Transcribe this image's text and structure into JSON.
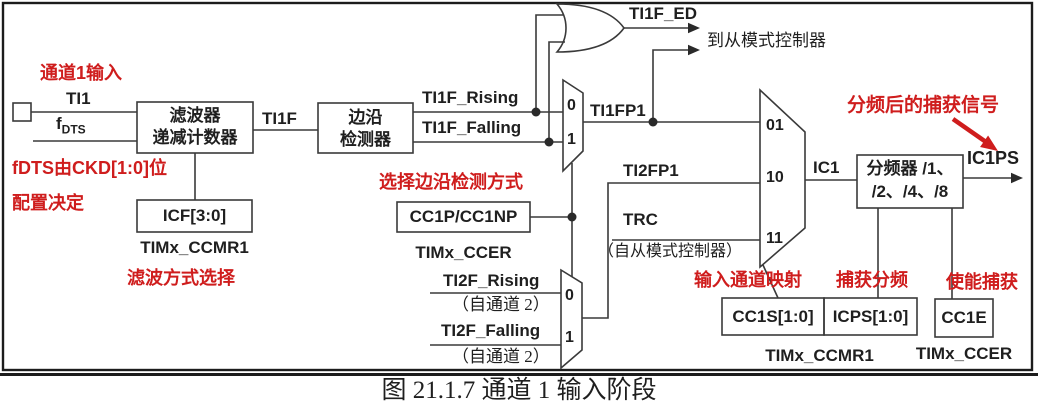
{
  "colors": {
    "red": "#cf1d1d",
    "ink": "#1f1f1f",
    "line": "#3a3a3a"
  },
  "caption": "图 21.1.7 通道 1 输入阶段",
  "red_notes": {
    "channel_input": "通道1输入",
    "fdts_note1": "fDTS由CKD[1:0]位",
    "fdts_note2": "配置决定",
    "filter_mode": "滤波方式选择",
    "edge_mode": "选择边沿检测方式",
    "input_mapping": "输入通道映射",
    "capture_prescale": "捕获分频",
    "capture_enable": "使能捕获",
    "divided_capture": "分频后的捕获信号"
  },
  "signals": {
    "ti1": "TI1",
    "f_base": "f",
    "f_sub": "DTS",
    "ti1f": "TI1F",
    "ti1f_rising": "TI1F_Rising",
    "ti1f_falling": "TI1F_Falling",
    "ti1fp1": "TI1FP1",
    "ti1f_ed": "TI1F_ED",
    "ti2fp1": "TI2FP1",
    "trc": "TRC",
    "ti2f_rising": "TI2F_Rising",
    "ti2f_falling": "TI2F_Falling",
    "from_ch2": "（自通道 2）",
    "from_slave": "（自从模式控制器）",
    "to_slave": "到从模式控制器",
    "ic1": "IC1",
    "ic1ps": "IC1PS"
  },
  "blocks": {
    "filter_l1": "滤波器",
    "filter_l2": "递减计数器",
    "edge_l1": "边沿",
    "edge_l2": "检测器",
    "prescaler_l1": "分频器 /1、",
    "prescaler_l2": "/2、/4、/8"
  },
  "registers": {
    "icf": "ICF[3:0]",
    "ccmr1": "TIMx_CCMR1",
    "cc1p": "CC1P/CC1NP",
    "ccer": "TIMx_CCER",
    "cc1s": "CC1S[1:0]",
    "icps": "ICPS[1:0]",
    "cc1e": "CC1E",
    "ccmr1_bottom": "TIMx_CCMR1",
    "ccer_bottom": "TIMx_CCER"
  },
  "mux": {
    "m0": "0",
    "m1": "1",
    "b01": "01",
    "b10": "10",
    "b11": "11"
  }
}
